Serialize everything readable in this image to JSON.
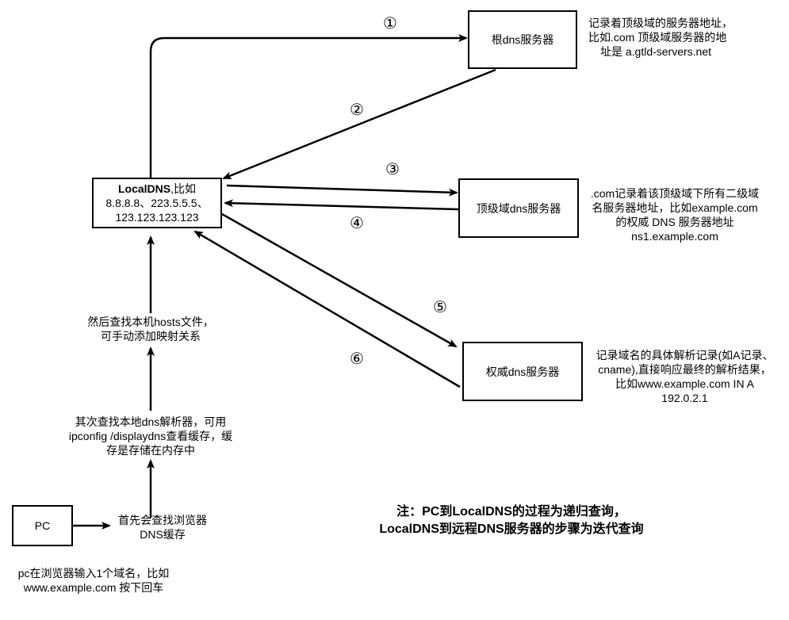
{
  "nodes": {
    "root": "根dns服务器",
    "local_bold": "LocalDNS",
    "local_rest": ",比如",
    "local_line2": "8.8.8.8、223.5.5.5、",
    "local_line3": "123.123.123.123",
    "tld": "顶级域dns服务器",
    "auth": "权威dns服务器",
    "pc": "PC"
  },
  "notes": {
    "root": [
      "记录着顶级域的服务器地址，",
      "比如.com 顶级域服务器的地",
      "址是 a.gtld-servers.net"
    ],
    "tld": [
      ".com记录着该顶级域下所有二级域",
      "名服务器地址，比如example.com",
      "的权威 DNS 服务器地址",
      "ns1.example.com"
    ],
    "auth": [
      "记录域名的具体解析记录(如A记录、",
      "cname),直接响应最终的解析结果，",
      "比如www.example.com IN A",
      "192.0.2.1"
    ],
    "hosts": [
      "然后查找本机hosts文件，",
      "可手动添加映射关系"
    ],
    "dns_cache": [
      "其次查找本地dns解析器，可用",
      "ipconfig /displaydns查看缓存，缓",
      "存是存储在内存中"
    ],
    "browser": [
      "首先会查找浏览器",
      "DNS缓存"
    ],
    "pc_input": [
      "pc在浏览器输入1个域名，比如",
      "www.example.com 按下回车"
    ]
  },
  "steps": [
    "①",
    "②",
    "③",
    "④",
    "⑤",
    "⑥"
  ],
  "footer_note": [
    "注：PC到LocalDNS的过程为递归查询，",
    "LocalDNS到远程DNS服务器的步骤为迭代查询"
  ]
}
